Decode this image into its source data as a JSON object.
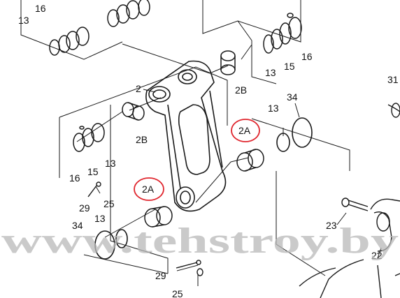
{
  "labels": {
    "l13_tl": "13",
    "l16_tl": "16",
    "l16_tr": "16",
    "l15_tr": "15",
    "l13_tr": "13",
    "l2": "2",
    "l2B_top": "2B",
    "l31": "31",
    "l34_r": "34",
    "l13_r": "13",
    "l2A_r": "2A",
    "l2B_left": "2B",
    "l16_l": "16",
    "l15_l": "15",
    "l13_l": "13",
    "l2A_l": "2A",
    "l29_a": "29",
    "l25_a": "25",
    "l34_l": "34",
    "l13_bl": "13",
    "l23": "23",
    "l22": "22",
    "l29_b": "29",
    "l25_b": "25"
  },
  "watermark": "www.tehstroy.by",
  "colors": {
    "highlight": "#e0262e",
    "line": "#1a1a1a",
    "watermark": "#b8b8b8"
  }
}
